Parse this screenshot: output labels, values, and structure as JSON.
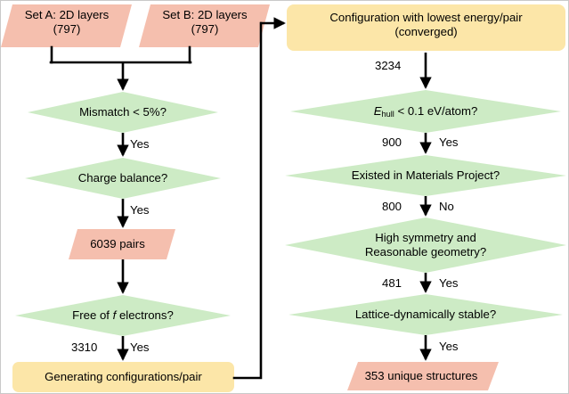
{
  "figure": {
    "type": "flowchart",
    "title": "High-throughput screening workflow for 2D bilayer structures",
    "colors": {
      "parallelogram_fill": "#F5BFAE",
      "diamond_fill": "#CDEBC5",
      "rounded_box_fill": "#FCE6A8",
      "connector": "#000000",
      "frame_border": "#C9C9C9",
      "background": "#FFFFFF"
    }
  },
  "left_column": {
    "inputs": [
      {
        "id": "set-a",
        "shape": "parallelogram",
        "line1": "Set A: 2D layers",
        "line2": "(797)"
      },
      {
        "id": "set-b",
        "shape": "parallelogram",
        "line1": "Set B: 2D layers",
        "line2": "(797)"
      }
    ],
    "nodes": [
      {
        "id": "mismatch",
        "shape": "diamond",
        "label": "Mismatch < 5%?"
      },
      {
        "id": "charge-balance",
        "shape": "diamond",
        "label": "Charge balance?"
      },
      {
        "id": "pairs",
        "shape": "parallelogram",
        "label": "6039 pairs"
      },
      {
        "id": "f-electrons",
        "shape": "diamond",
        "label_pre": "Free of ",
        "label_italic": "f",
        "label_post": " electrons?"
      },
      {
        "id": "generating",
        "shape": "rounded-box",
        "label": "Generating configurations/pair"
      }
    ],
    "edge_labels": [
      {
        "id": "mismatch-yes",
        "text": "Yes"
      },
      {
        "id": "charge-balance-yes",
        "text": "Yes"
      },
      {
        "id": "f-electrons-count",
        "text": "3310"
      },
      {
        "id": "f-electrons-yes",
        "text": "Yes"
      }
    ]
  },
  "right_column": {
    "nodes": [
      {
        "id": "configuration",
        "shape": "rounded-box",
        "line1": "Configuration with lowest energy/pair",
        "line2": "(converged)"
      },
      {
        "id": "ehull",
        "shape": "diamond",
        "label_pre": "E",
        "label_sub": "hull",
        "label_post": " < 0.1 eV/atom?"
      },
      {
        "id": "materials-project",
        "shape": "diamond",
        "label": "Existed in Materials Project?"
      },
      {
        "id": "symmetry",
        "shape": "diamond",
        "line1": "High symmetry and",
        "line2": "Reasonable geometry?"
      },
      {
        "id": "lattice-stable",
        "shape": "diamond",
        "label": "Lattice-dynamically stable?"
      },
      {
        "id": "result",
        "shape": "parallelogram",
        "label": "353 unique structures"
      }
    ],
    "edge_labels": [
      {
        "id": "configuration-count",
        "text": "3234"
      },
      {
        "id": "ehull-count",
        "text": "900"
      },
      {
        "id": "ehull-yes",
        "text": "Yes"
      },
      {
        "id": "mp-count",
        "text": "800"
      },
      {
        "id": "mp-no",
        "text": "No"
      },
      {
        "id": "symmetry-count",
        "text": "481"
      },
      {
        "id": "symmetry-yes",
        "text": "Yes"
      },
      {
        "id": "lattice-yes",
        "text": "Yes"
      }
    ]
  }
}
